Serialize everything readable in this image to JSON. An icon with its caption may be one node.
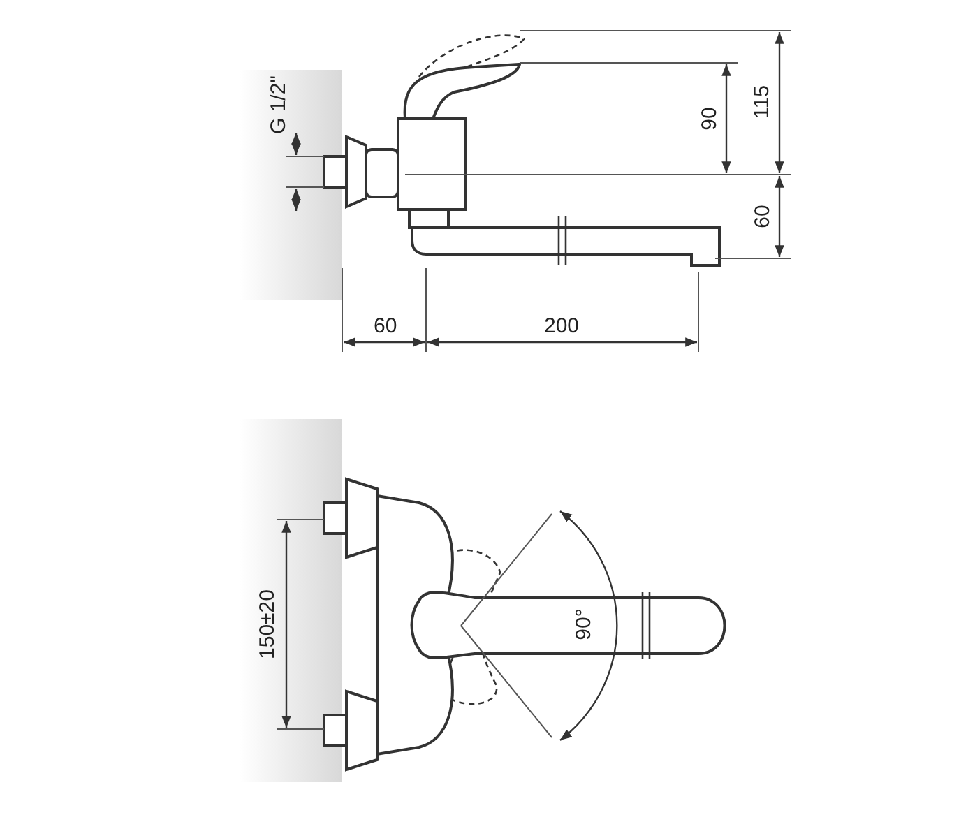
{
  "diagram": {
    "labels": [
      "G 1/2\"",
      "90",
      "115",
      "60",
      "60",
      "200",
      "150±20",
      "90°"
    ]
  }
}
